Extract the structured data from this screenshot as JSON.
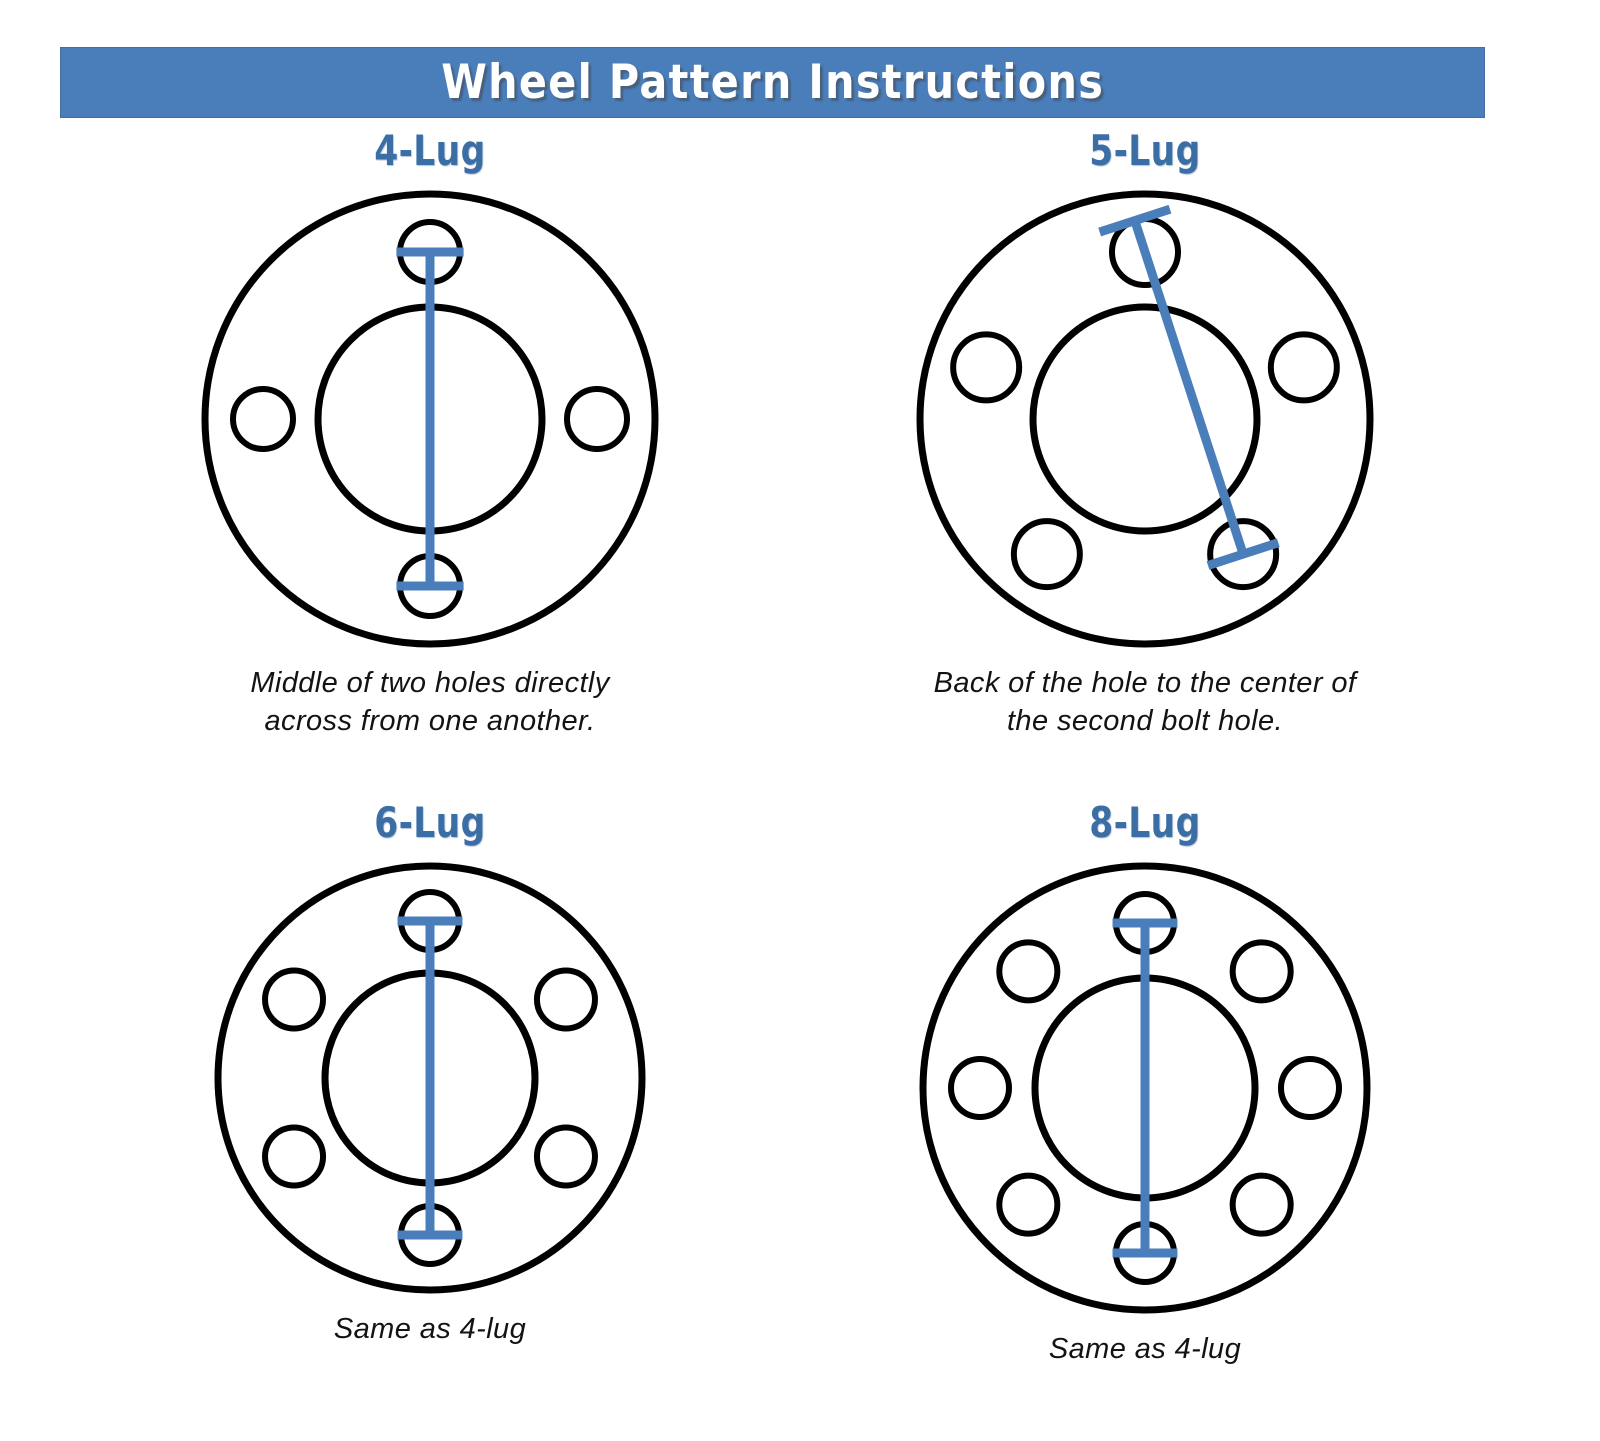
{
  "banner": {
    "title": "Wheel Pattern Instructions",
    "background_color": "#4a7ebb",
    "text_color": "#ffffff"
  },
  "theme": {
    "accent_blue": "#4a7ebb",
    "title_blue": "#3b6ea5",
    "outline_black": "#000000",
    "page_background": "#ffffff"
  },
  "diagrams": [
    {
      "id": "4-lug",
      "title": "4-Lug",
      "lug_count": 4,
      "first_hole_angle_deg": -90,
      "outer_radius": 225,
      "inner_radius": 112,
      "bolt_circle_radius": 167,
      "hole_radius": 30,
      "measure": {
        "type": "vertical",
        "from_hole_index": 0,
        "to_hole_index": 2,
        "from_point": "center",
        "to_point": "center"
      },
      "caption_lines": [
        "Middle of two holes directly",
        "across from one another."
      ]
    },
    {
      "id": "5-lug",
      "title": "5-Lug",
      "lug_count": 5,
      "first_hole_angle_deg": -90,
      "outer_radius": 225,
      "inner_radius": 112,
      "bolt_circle_radius": 167,
      "hole_radius": 33,
      "measure": {
        "type": "diagonal",
        "from_hole_index": 0,
        "to_hole_index": 2,
        "from_point": "back-edge",
        "to_point": "center"
      },
      "caption_lines": [
        "Back of the hole to the center of",
        "the second bolt hole."
      ]
    },
    {
      "id": "6-lug",
      "title": "6-Lug",
      "lug_count": 6,
      "first_hole_angle_deg": -90,
      "outer_radius": 212,
      "inner_radius": 105,
      "bolt_circle_radius": 157,
      "hole_radius": 29,
      "measure": {
        "type": "vertical",
        "from_hole_index": 0,
        "to_hole_index": 3,
        "from_point": "center",
        "to_point": "center"
      },
      "caption_lines": [
        "Same as 4-lug"
      ]
    },
    {
      "id": "8-lug",
      "title": "8-Lug",
      "lug_count": 8,
      "first_hole_angle_deg": -90,
      "outer_radius": 222,
      "inner_radius": 110,
      "bolt_circle_radius": 165,
      "hole_radius": 29,
      "measure": {
        "type": "vertical",
        "from_hole_index": 0,
        "to_hole_index": 4,
        "from_point": "center",
        "to_point": "center"
      },
      "caption_lines": [
        "Same as 4-lug"
      ]
    }
  ]
}
